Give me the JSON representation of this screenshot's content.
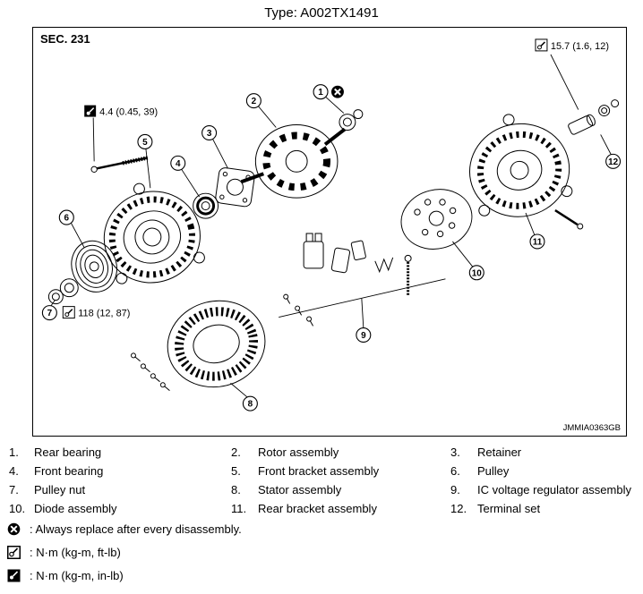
{
  "colors": {
    "ink": "#000000",
    "background": "#ffffff"
  },
  "page": {
    "title": "Type: A002TX1491",
    "section_label": "SEC. 231",
    "figure_code": "JMMIA0363GB"
  },
  "torques": {
    "front_bolt": {
      "icon": "torque-inlb-icon",
      "value": "4.4 (0.45, 39)"
    },
    "rear_stud": {
      "icon": "torque-ftlb-icon",
      "value": "15.7 (1.6, 12)"
    },
    "pulley_nut": {
      "icon": "torque-ftlb-icon",
      "value": "118 (12, 87)"
    }
  },
  "callouts": [
    "1",
    "2",
    "3",
    "4",
    "5",
    "6",
    "7",
    "8",
    "9",
    "10",
    "11",
    "12"
  ],
  "parts": [
    {
      "num": "1.",
      "name": "Rear bearing"
    },
    {
      "num": "2.",
      "name": "Rotor assembly"
    },
    {
      "num": "3.",
      "name": "Retainer"
    },
    {
      "num": "4.",
      "name": "Front bearing"
    },
    {
      "num": "5.",
      "name": "Front bracket assembly"
    },
    {
      "num": "6.",
      "name": "Pulley"
    },
    {
      "num": "7.",
      "name": "Pulley nut"
    },
    {
      "num": "8.",
      "name": "Stator assembly"
    },
    {
      "num": "9.",
      "name": "IC voltage regulator assembly"
    },
    {
      "num": "10.",
      "name": "Diode assembly"
    },
    {
      "num": "11.",
      "name": "Rear bracket assembly"
    },
    {
      "num": "12.",
      "name": "Terminal set"
    }
  ],
  "legend": [
    {
      "icon": "replace-icon",
      "text": ": Always replace after every disassembly."
    },
    {
      "icon": "torque-ftlb-icon",
      "text": ": N·m (kg-m, ft-lb)"
    },
    {
      "icon": "torque-inlb-icon",
      "text": ": N·m (kg-m, in-lb)"
    }
  ]
}
